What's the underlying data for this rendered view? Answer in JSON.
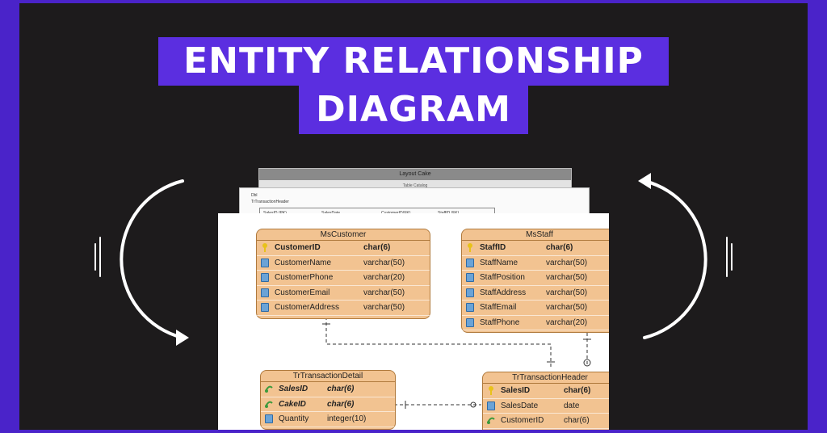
{
  "title": {
    "line1": "ENTITY RELATIONSHIP",
    "line2": "DIAGRAM"
  },
  "colors": {
    "border": "#4a23c9",
    "panel": "#1d1b1c",
    "title_band": "#5b2ee0",
    "entity_fill": "#f2c391",
    "entity_border": "#b07a3d"
  },
  "back_sheet": {
    "header": "Layout Cake",
    "sub": "Table Catalog"
  },
  "mid_sheet": {
    "label1": "Dbl",
    "label2": "TrTransactionHeader",
    "columns": [
      "SalesID (PK)",
      "SalesDate",
      "CustomerID(FK)",
      "StaffID (FK)"
    ]
  },
  "entities": {
    "ms_customer": {
      "name": "MsCustomer",
      "rows": [
        {
          "name": "CustomerID",
          "type": "char(6)"
        },
        {
          "name": "CustomerName",
          "type": "varchar(50)"
        },
        {
          "name": "CustomerPhone",
          "type": "varchar(20)"
        },
        {
          "name": "CustomerEmail",
          "type": "varchar(50)"
        },
        {
          "name": "CustomerAddress",
          "type": "varchar(50)"
        }
      ]
    },
    "ms_staff": {
      "name": "MsStaff",
      "rows": [
        {
          "name": "StaffID",
          "type": "char(6)"
        },
        {
          "name": "StaffName",
          "type": "varchar(50)"
        },
        {
          "name": "StaffPosition",
          "type": "varchar(50)"
        },
        {
          "name": "StaffAddress",
          "type": "varchar(50)"
        },
        {
          "name": "StaffEmail",
          "type": "varchar(50)"
        },
        {
          "name": "StaffPhone",
          "type": "varchar(20)"
        }
      ]
    },
    "tr_detail": {
      "name": "TrTransactionDetail",
      "rows": [
        {
          "name": "SalesID",
          "type": "char(6)"
        },
        {
          "name": "CakeID",
          "type": "char(6)"
        },
        {
          "name": "Quantity",
          "type": "integer(10)"
        }
      ]
    },
    "tr_header": {
      "name": "TrTransactionHeader",
      "rows": [
        {
          "name": "SalesID",
          "type": "char(6)"
        },
        {
          "name": "SalesDate",
          "type": "date"
        },
        {
          "name": "CustomerID",
          "type": "char(6)"
        }
      ]
    }
  }
}
